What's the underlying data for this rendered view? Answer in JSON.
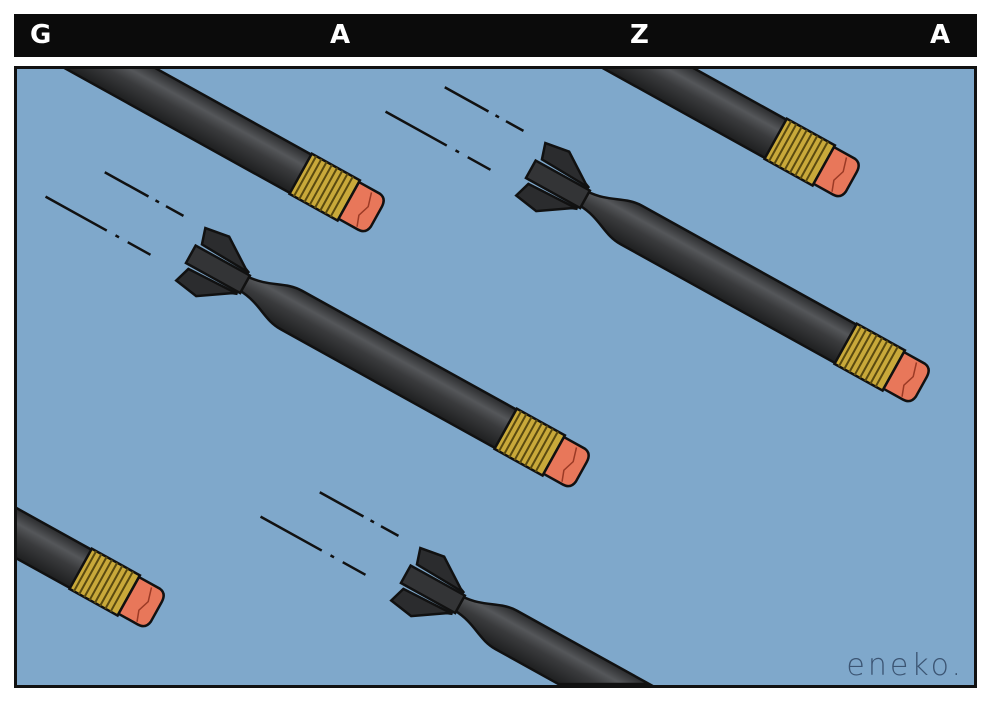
{
  "title": {
    "letters": [
      "G",
      "A",
      "Z",
      "A"
    ]
  },
  "signature": "eneko.",
  "colors": {
    "sky": "#7fa8cb",
    "body": "#3a3b3d",
    "ferrule": "#c9a93a",
    "eraser": "#e8775a",
    "frame": "#111111"
  }
}
